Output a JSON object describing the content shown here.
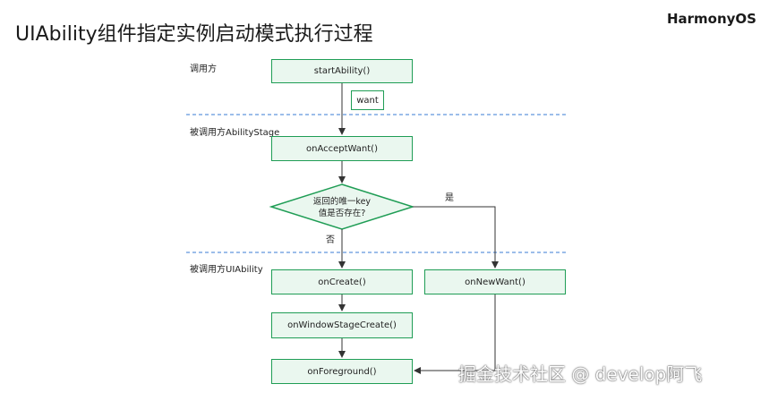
{
  "title": "UIAbility组件指定实例启动模式执行过程",
  "logo": "HarmonyOS",
  "lanes": {
    "caller": "调用方",
    "stage": "被调用方AbilityStage",
    "uiability": "被调用方UIAbility"
  },
  "nodes": {
    "start_ability": "startAbility()",
    "want": "want",
    "on_accept_want": "onAcceptWant()",
    "decision_line1": "返回的唯一key",
    "decision_line2": "值是否存在?",
    "on_create": "onCreate()",
    "on_new_want": "onNewWant()",
    "on_window_stage_create": "onWindowStageCreate()",
    "on_foreground": "onForeground()"
  },
  "edges": {
    "yes": "是",
    "no": "否"
  },
  "watermark": "掘金技术社区 @ develop阿飞",
  "colors": {
    "node_fill": "#eaf7ef",
    "node_border": "#1f9d55",
    "arrow": "#333333",
    "divider": "#3a7bd5"
  }
}
